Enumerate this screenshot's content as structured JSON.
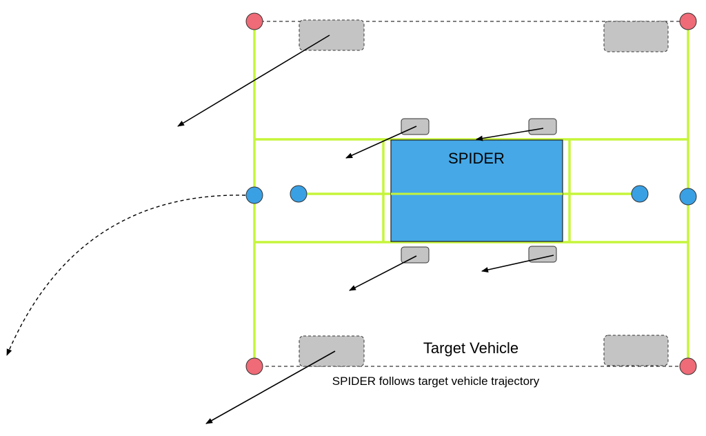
{
  "labels": {
    "spider": "SPIDER",
    "target_vehicle": "Target Vehicle",
    "caption": "SPIDER follows target vehicle trajectory"
  },
  "colors": {
    "frame_line": "#c6f53a",
    "spider_body": "#46a8e6",
    "wheel_fill": "#c4c4c4",
    "red_joint": "#ee6b77",
    "blue_joint": "#3aa0e4",
    "arrow": "#000000"
  }
}
